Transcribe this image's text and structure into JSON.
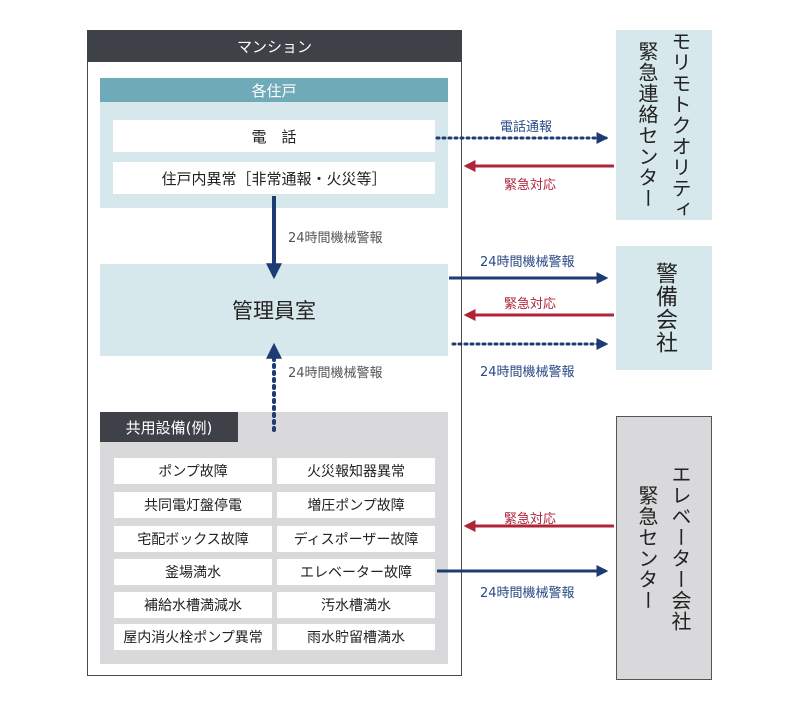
{
  "mansion": {
    "title": "マンション",
    "unit": {
      "title": "各住戸",
      "phone": "電　話",
      "alarm": "住戸内異常［非常通報・火災等］"
    },
    "office": "管理員室",
    "shared": {
      "title": "共用設備(例)",
      "items": [
        "ポンプ故障",
        "火災報知器異常",
        "共同電灯盤停電",
        "増圧ポンプ故障",
        "宅配ボックス故障",
        "ディスポーザー故障",
        "釜場満水",
        "エレベーター故障",
        "補給水槽満減水",
        "汚水槽満水",
        "屋内消火栓ポンプ異常",
        "雨水貯留槽満水"
      ]
    }
  },
  "centers": {
    "morimoto": [
      "モリモトクオリティ",
      "緊急連絡センター"
    ],
    "security": [
      "警備会社"
    ],
    "elevator": [
      "エレベーター会社",
      "緊急センター"
    ]
  },
  "labels": {
    "phone_report": "電話通報",
    "emergency_response": "緊急対応",
    "alarm_24h": "24時間機械警報"
  },
  "colors": {
    "navy": "#1f3b73",
    "red": "#b0243a",
    "light_blue": "#d6e8ec",
    "teal": "#6faab8",
    "dark": "#3e4147",
    "gray": "#d9d9dc"
  }
}
